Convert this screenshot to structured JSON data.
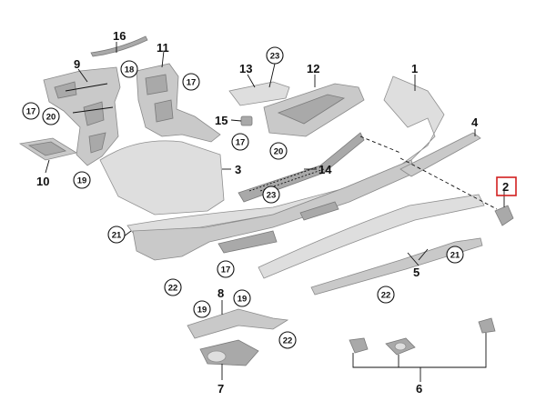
{
  "diagram": {
    "highlighted_part": "2",
    "highlight_color": "#d21f1f",
    "part_numbers": {
      "p1": "1",
      "p2": "2",
      "p3": "3",
      "p4": "4",
      "p5": "5",
      "p6": "6",
      "p7": "7",
      "p8": "8",
      "p9": "9",
      "p10": "10",
      "p11": "11",
      "p12": "12",
      "p13": "13",
      "p14": "14",
      "p15": "15",
      "p16": "16"
    },
    "callouts": {
      "c17a": "17",
      "c17b": "17",
      "c17c": "17",
      "c17d": "17",
      "c18": "18",
      "c19a": "19",
      "c19b": "19",
      "c19c": "19",
      "c20a": "20",
      "c20b": "20",
      "c21a": "21",
      "c21b": "21",
      "c22a": "22",
      "c22b": "22",
      "c22c": "22",
      "c23a": "23",
      "c23b": "23"
    }
  }
}
